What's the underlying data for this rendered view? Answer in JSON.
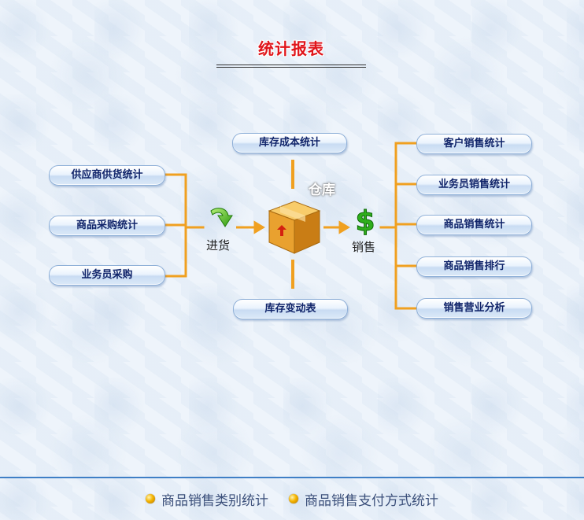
{
  "title": "统计报表",
  "left_buttons": [
    {
      "label": "供应商供货统计"
    },
    {
      "label": "商品采购统计"
    },
    {
      "label": "业务员采购"
    }
  ],
  "center": {
    "top_button": "库存成本统计",
    "bottom_button": "库存变动表",
    "incoming_label": "进货",
    "warehouse_label": "仓库",
    "sales_label": "销售"
  },
  "right_buttons": [
    {
      "label": "客户销售统计"
    },
    {
      "label": "业务员销售统计"
    },
    {
      "label": "商品销售统计"
    },
    {
      "label": "商品销售排行"
    },
    {
      "label": "销售营业分析"
    }
  ],
  "footer_links": [
    {
      "label": "商品销售类别统计"
    },
    {
      "label": "商品销售支付方式统计"
    }
  ],
  "colors": {
    "connector": "#f0a020",
    "title": "#e0151b",
    "button_text": "#10246a",
    "footer_line": "#3f7fc6"
  },
  "icons": {
    "incoming": "green-arrow-icon",
    "warehouse": "box-icon",
    "sales": "dollar-sign-icon",
    "bullet": "orange-bullet-icon"
  }
}
